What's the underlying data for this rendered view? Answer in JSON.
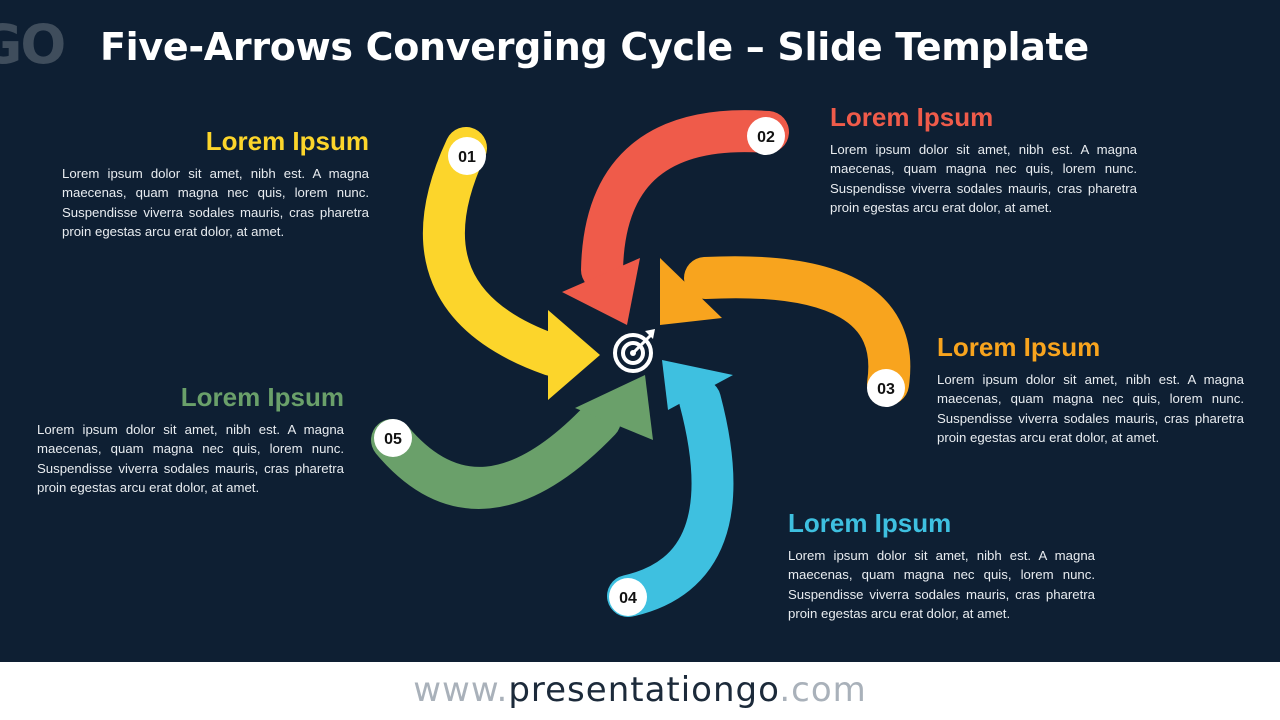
{
  "logo": {
    "text": "GO"
  },
  "title": "Five-Arrows Converging Cycle – Slide Template",
  "steps": [
    {
      "number": "01",
      "heading": "Lorem Ipsum",
      "color": "#fcd52b",
      "body": "Lorem ipsum dolor sit amet, nibh est. A magna maecenas, quam magna nec quis, lorem nunc. Suspendisse viverra sodales mauris, cras pharetra proin egestas arcu erat dolor, at amet."
    },
    {
      "number": "02",
      "heading": "Lorem Ipsum",
      "color": "#ef5b4a",
      "body": "Lorem ipsum dolor sit amet, nibh est. A magna maecenas, quam magna nec quis, lorem nunc. Suspendisse viverra sodales mauris, cras pharetra proin egestas arcu erat dolor, at amet."
    },
    {
      "number": "03",
      "heading": "Lorem Ipsum",
      "color": "#f8a41e",
      "body": "Lorem ipsum dolor sit amet, nibh est. A magna maecenas, quam magna nec quis, lorem nunc. Suspendisse viverra sodales mauris, cras pharetra proin egestas arcu erat dolor, at amet."
    },
    {
      "number": "04",
      "heading": "Lorem Ipsum",
      "color": "#3ec0e0",
      "body": "Lorem ipsum dolor sit amet, nibh est. A magna maecenas, quam magna nec quis, lorem nunc. Suspendisse viverra sodales mauris, cras pharetra proin egestas arcu erat dolor, at amet."
    },
    {
      "number": "05",
      "heading": "Lorem Ipsum",
      "color": "#6aa06a",
      "body": "Lorem ipsum dolor sit amet, nibh est. A magna maecenas, quam magna nec quis, lorem nunc. Suspendisse viverra sodales mauris, cras pharetra proin egestas arcu erat dolor, at amet."
    }
  ],
  "center_icon": "target-icon",
  "footer": {
    "prefix": "www.",
    "brand": "presentationgo",
    "suffix": ".com"
  },
  "colors": {
    "background": "#0e1f33",
    "text": "#e8ecf0",
    "footer_brand": "#1c2a3a",
    "footer_dim": "#a9b1ba"
  }
}
